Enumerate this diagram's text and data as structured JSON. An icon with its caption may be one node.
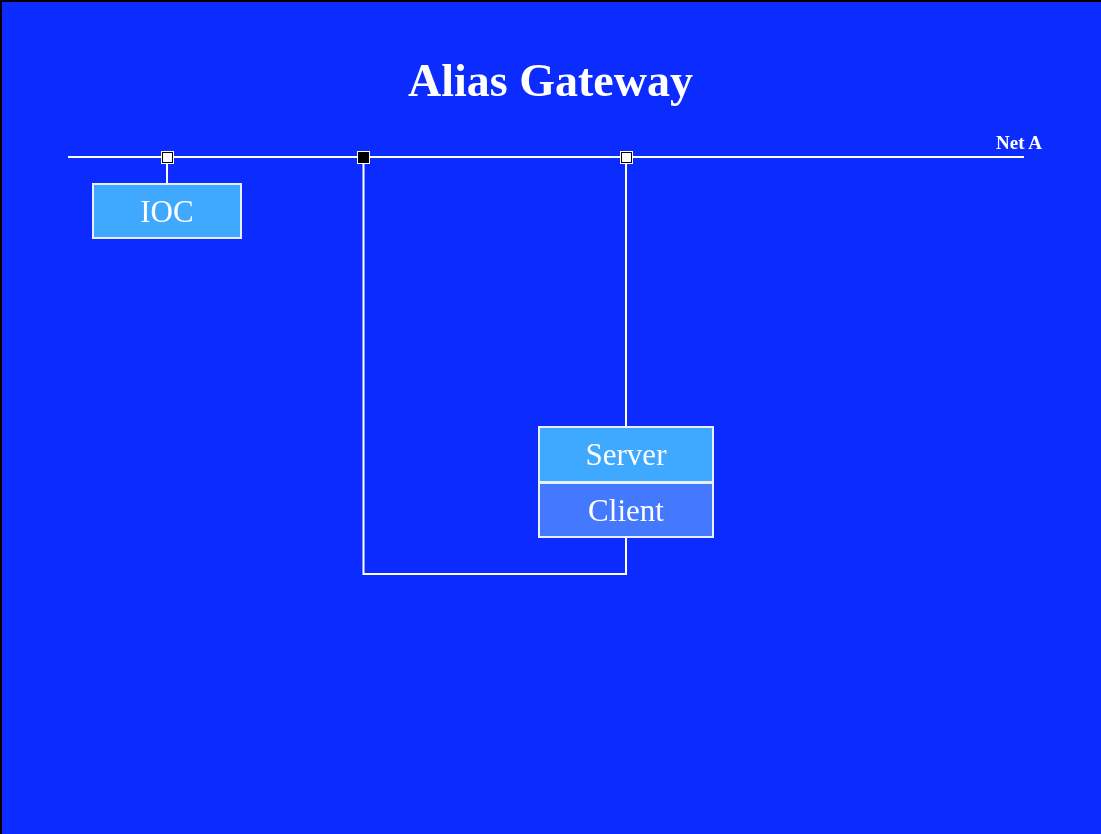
{
  "diagram": {
    "title": "Alias Gateway",
    "nodes": [
      {
        "text": [
          "Net A"
        ]
      },
      {
        "text": [],
        "shape": "box"
      },
      {
        "text": [],
        "shape": "box"
      },
      {
        "text": [],
        "shape": "box"
      },
      {
        "text": [
          "IOC"
        ]
      },
      {
        "text": [
          "Server"
        ]
      },
      {
        "text": [
          "Client"
        ]
      }
    ],
    "edges": [
      {
        "from": 4,
        "to": 1,
        "arrow": "none"
      },
      {
        "from": 6,
        "to": 2,
        "arrow": "none"
      },
      {
        "from": 5,
        "to": 3,
        "arrow": "none"
      }
    ]
  }
}
